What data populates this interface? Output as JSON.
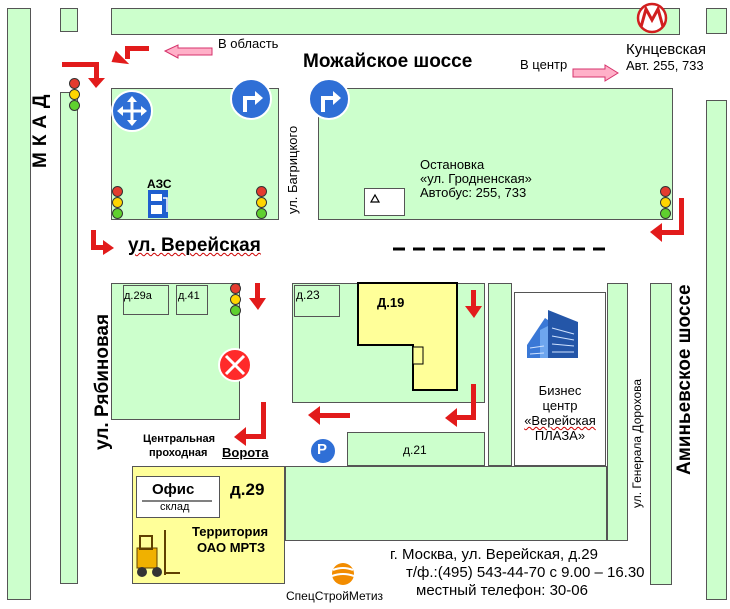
{
  "streets": {
    "mkad": "МКАД",
    "mozhayskoe": "Можайское шоссе",
    "vereyskaya": "ул. Верейская",
    "bagritskogo": "ул. Багрицкого",
    "ryabinovaya": "ул. Рябиновая",
    "generala_dorokhova": "ул. Генерала Дорохова",
    "aminyevskoe": "Аминьевское шоссе"
  },
  "directions": {
    "to_region": "В область",
    "to_center": "В центр"
  },
  "metro": {
    "station": "Кунцевская",
    "buses": "Авт. 255, 733",
    "logo_letter": "М"
  },
  "bus_stop": {
    "title": "Остановка",
    "name": "«ул. Гродненская»",
    "buses": "Автобус:   255,  733"
  },
  "gas_station": "АЗС",
  "buildings": {
    "d29a": "д.29а",
    "d41": "д.41",
    "d23": "д.23",
    "d19": "Д.19",
    "d21": "д.21",
    "d29": "д.29",
    "business_center": [
      "Бизнес",
      "центр",
      "«Верейская",
      "ПЛАЗА»"
    ]
  },
  "entrance": {
    "central_line1": "Центральная",
    "central_line2": "проходная",
    "gate": "Ворота"
  },
  "parking": "P",
  "office": {
    "title": "Офис",
    "subtitle": "склад"
  },
  "territory": {
    "line1": "Территория",
    "line2": "ОАО МРТЗ"
  },
  "contacts": {
    "address": "г. Москва, ул. Верейская, д.29",
    "phone": "т/ф.:(495) 543-44-70    с 9.00 – 16.30",
    "local": "местный телефон: 30-06"
  },
  "company": "СпецСтройМетиз",
  "colors": {
    "block": "#ccffcc",
    "building": "#ffff99",
    "arrow_red": "#e21b1b",
    "sign_blue": "#2f6fd6",
    "metro_red": "#d11f1f"
  }
}
